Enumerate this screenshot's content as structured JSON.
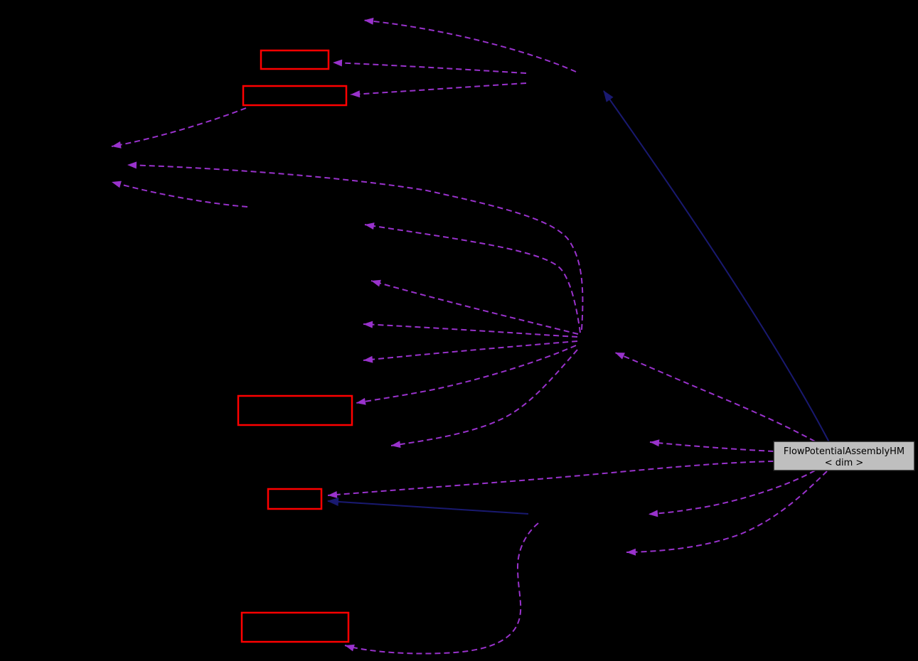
{
  "diagram": {
    "kind": "collaboration-graph",
    "background": "#000000",
    "colors": {
      "background": "#000000",
      "usage_edge": "#9932cc",
      "inheritance_edge": "#191970",
      "highlight_box_border": "#ff0000",
      "main_node_fill": "#bfbfbf",
      "main_node_text": "#000000"
    },
    "main_node": {
      "label_line1": "FlowPotentialAssemblyHM",
      "label_line2": "< dim >",
      "fill": "#bfbfbf",
      "text_color": "#000000"
    },
    "highlight_box_count": 5,
    "usage_edge_count": 18,
    "inheritance_edge_count": 2
  }
}
